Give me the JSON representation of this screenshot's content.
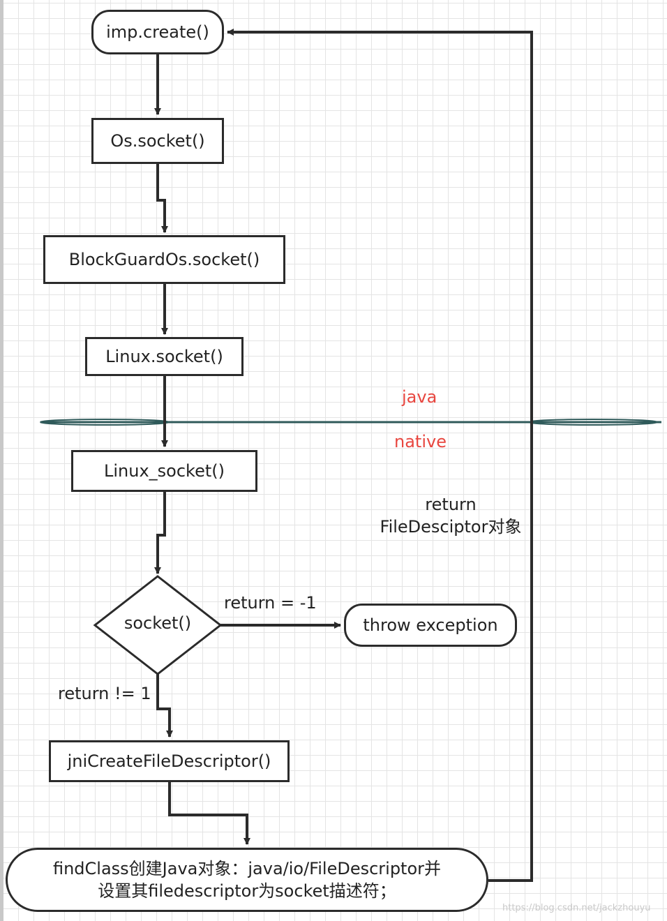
{
  "nodes": {
    "imp_create": "imp.create()",
    "os_socket": "Os.socket()",
    "blockguard_socket": "BlockGuardOs.socket()",
    "linux_socket": "Linux.socket()",
    "linux_native_socket": "Linux_socket()",
    "socket_decision": "socket()",
    "throw_exception": "throw exception",
    "jni_create_fd": "jniCreateFileDescriptor()",
    "find_class_line1": "findClass创建Java对象：java/io/FileDescriptor并",
    "find_class_line2": "设置其filedescriptor为socket描述符；"
  },
  "labels": {
    "java_layer": "java",
    "native_layer": "native",
    "return_line1": "return",
    "return_line2": "FileDesciptor对象",
    "return_minus_one": "return = -1",
    "return_not_one": "return != 1"
  },
  "colors": {
    "layer_label": "#e8463f",
    "divider": "#2f5a5a",
    "stroke": "#2b2b2b"
  },
  "watermark": "https://blog.csdn.net/jackzhouyu"
}
